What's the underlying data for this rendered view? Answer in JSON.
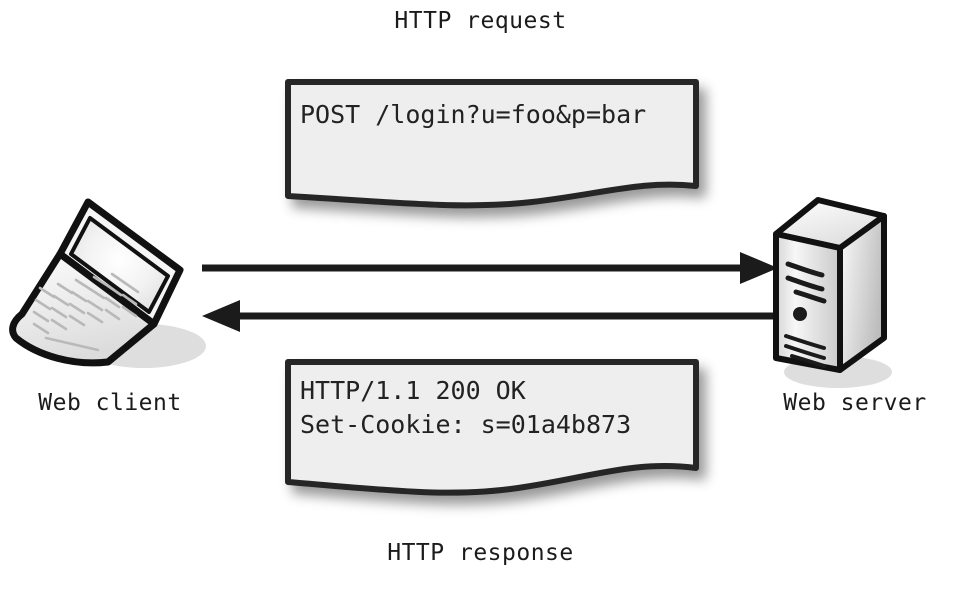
{
  "diagram": {
    "title_top": "HTTP request",
    "title_bottom": "HTTP response",
    "background_color": "#ffffff",
    "ink_color": "#1b1b1b",
    "note_fill_color": "#eeeeee",
    "note_border_color": "#262626"
  },
  "nodes": {
    "client": {
      "label": "Web client",
      "icon": "laptop-icon"
    },
    "server": {
      "label": "Web server",
      "icon": "server-tower-icon"
    }
  },
  "messages": {
    "request": {
      "caption": "HTTP request",
      "line1": "POST /login?u=foo&p=bar",
      "direction": "client-to-server"
    },
    "response": {
      "caption": "HTTP response",
      "line1": "HTTP/1.1 200 OK",
      "line2": "Set-Cookie: s=01a4b873",
      "direction": "server-to-client"
    }
  },
  "arrows": {
    "request_arrow": "arrow-right",
    "response_arrow": "arrow-left"
  }
}
